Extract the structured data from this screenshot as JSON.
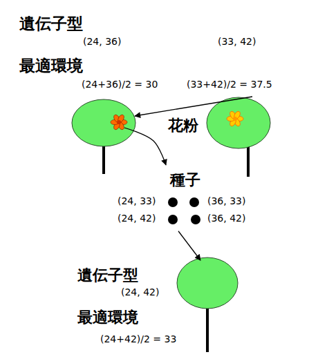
{
  "diagram": {
    "nodes": [
      {
        "text": [
          "(24, 36)",
          "(24+36)/2 = 30"
        ]
      },
      {
        "text": [
          "(33, 42)",
          "(33+42)/2 = 37.5"
        ]
      },
      {
        "text": [
          "種子",
          "(24, 33)",
          "(36, 33)",
          "(24, 42)",
          "(36, 42)"
        ]
      },
      {
        "text": [
          "遺伝子型",
          "(24, 42)",
          "最適環境",
          "(24+42)/2 = 33"
        ]
      }
    ],
    "edges": [
      {
        "from": 1,
        "to": 0,
        "label": "花粉",
        "arrow": "to"
      },
      {
        "from": 0,
        "to": 2,
        "arrow": "to"
      },
      {
        "from": 2,
        "to": 3,
        "arrow": "to"
      }
    ],
    "labels": [
      "遺伝子型",
      "最適環境"
    ]
  }
}
